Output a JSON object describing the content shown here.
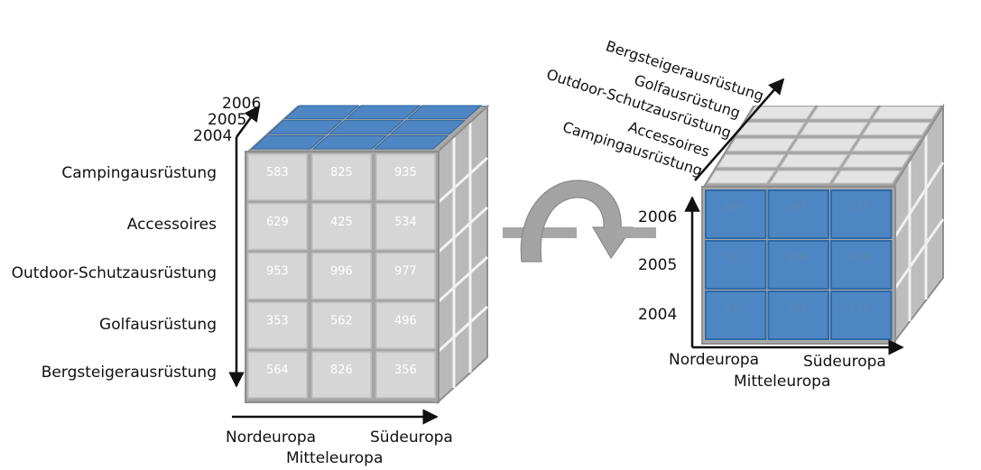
{
  "colors": {
    "cell_gray": "#d6d6d6",
    "cell_border": "#9a9a9a",
    "cube_frame": "#a8a8a8",
    "cell_blue": "#4e86c3",
    "cell_blue_border": "#2f6aa6",
    "arrow": "#111111",
    "rotate_arrow": "#9c9c9c"
  },
  "left_cube": {
    "year_labels": [
      "2006",
      "2005",
      "2004"
    ],
    "product_labels": [
      "Campingausrüstung",
      "Accessoires",
      "Outdoor-Schutzausrüstung",
      "Golfausrüstung",
      "Bergsteigerausrüstung"
    ],
    "region_labels": [
      "Nordeuropa",
      "Südeuropa",
      "Mitteleuropa"
    ],
    "values": [
      [
        "583",
        "825",
        "935"
      ],
      [
        "629",
        "425",
        "534"
      ],
      [
        "953",
        "996",
        "977"
      ],
      [
        "353",
        "562",
        "496"
      ],
      [
        "564",
        "826",
        "356"
      ]
    ]
  },
  "right_cube": {
    "product_labels": [
      "Bergsteigerausrüstung",
      "Golfausrüstung",
      "Outdoor-Schutzausrüstung",
      "Accessoires",
      "Campingausrüstung"
    ],
    "year_labels": [
      "2006",
      "2005",
      "2004"
    ],
    "region_labels": [
      "Nordeuropa",
      "Südeuropa",
      "Mitteleuropa"
    ],
    "values": [
      [
        "869",
        "695",
        "735"
      ],
      [
        "715",
        "856",
        "654"
      ],
      [
        "457",
        "865",
        "631"
      ]
    ]
  }
}
